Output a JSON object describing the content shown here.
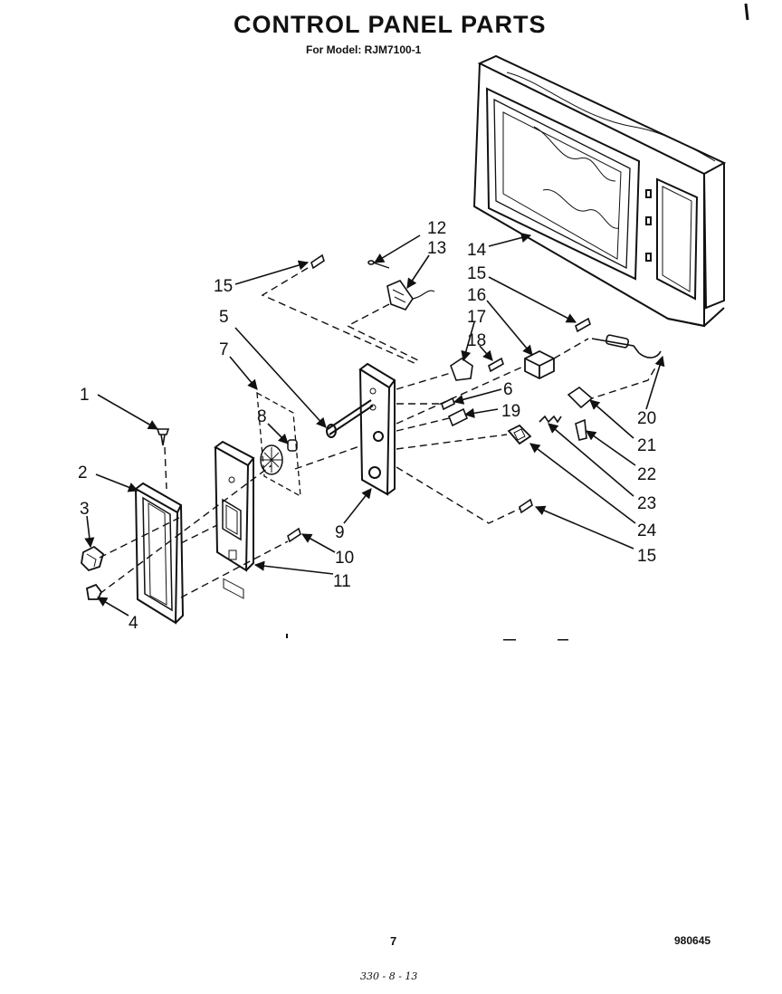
{
  "header": {
    "title": "CONTROL PANEL PARTS",
    "subtitle": "For Model: RJM7100-1"
  },
  "footer": {
    "page_number": "7",
    "document_number": "980645",
    "handwritten_note": "330 - 8 - 13"
  },
  "callouts": {
    "c1": "1",
    "c2": "2",
    "c3": "3",
    "c4": "4",
    "c5": "5",
    "c6": "6",
    "c7": "7",
    "c8": "8",
    "c9": "9",
    "c10": "10",
    "c11": "11",
    "c12": "12",
    "c13": "13",
    "c14": "14",
    "c15a": "15",
    "c15b": "15",
    "c15c": "15",
    "c16": "16",
    "c17": "17",
    "c18": "18",
    "c19": "19",
    "c20": "20",
    "c21": "21",
    "c22": "22",
    "c23": "23",
    "c24": "24"
  }
}
